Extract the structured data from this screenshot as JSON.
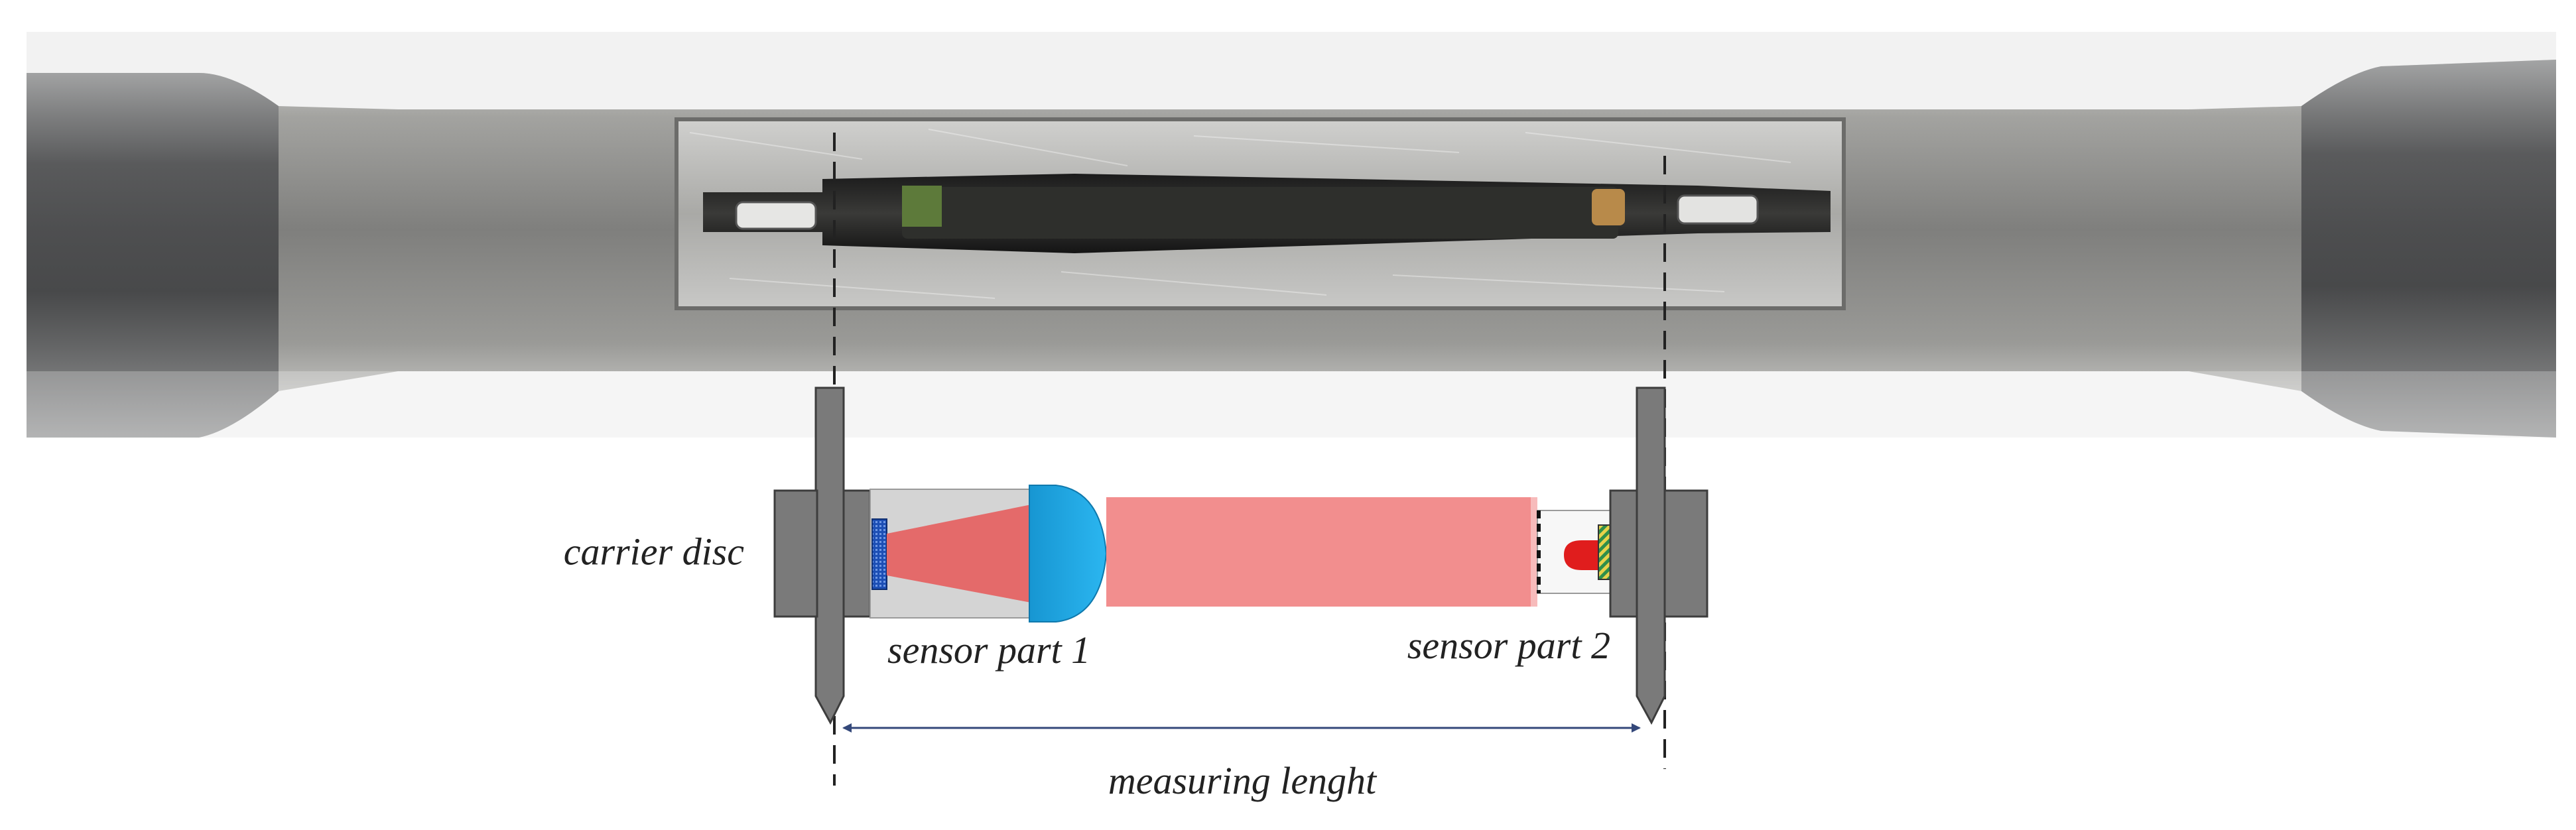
{
  "labels": {
    "carrier_disc": "carrier disc",
    "sensor_part_1": "sensor part 1",
    "sensor_part_2": "sensor part 2",
    "measuring_length": "measuring lenght"
  },
  "colors": {
    "bar_metal": "#8e8e8c",
    "bar_dark": "#4a4b4d",
    "disc_gray": "#7a7a7a",
    "housing_gray": "#d4d4d4",
    "beam_inner": "#e46a6a",
    "beam_outer": "#f28e8e",
    "lens_blue": "#1da9e8",
    "led_red": "#e01d1d",
    "detector_blue": "#1d4fb5",
    "arrow_blue": "#34487a"
  }
}
